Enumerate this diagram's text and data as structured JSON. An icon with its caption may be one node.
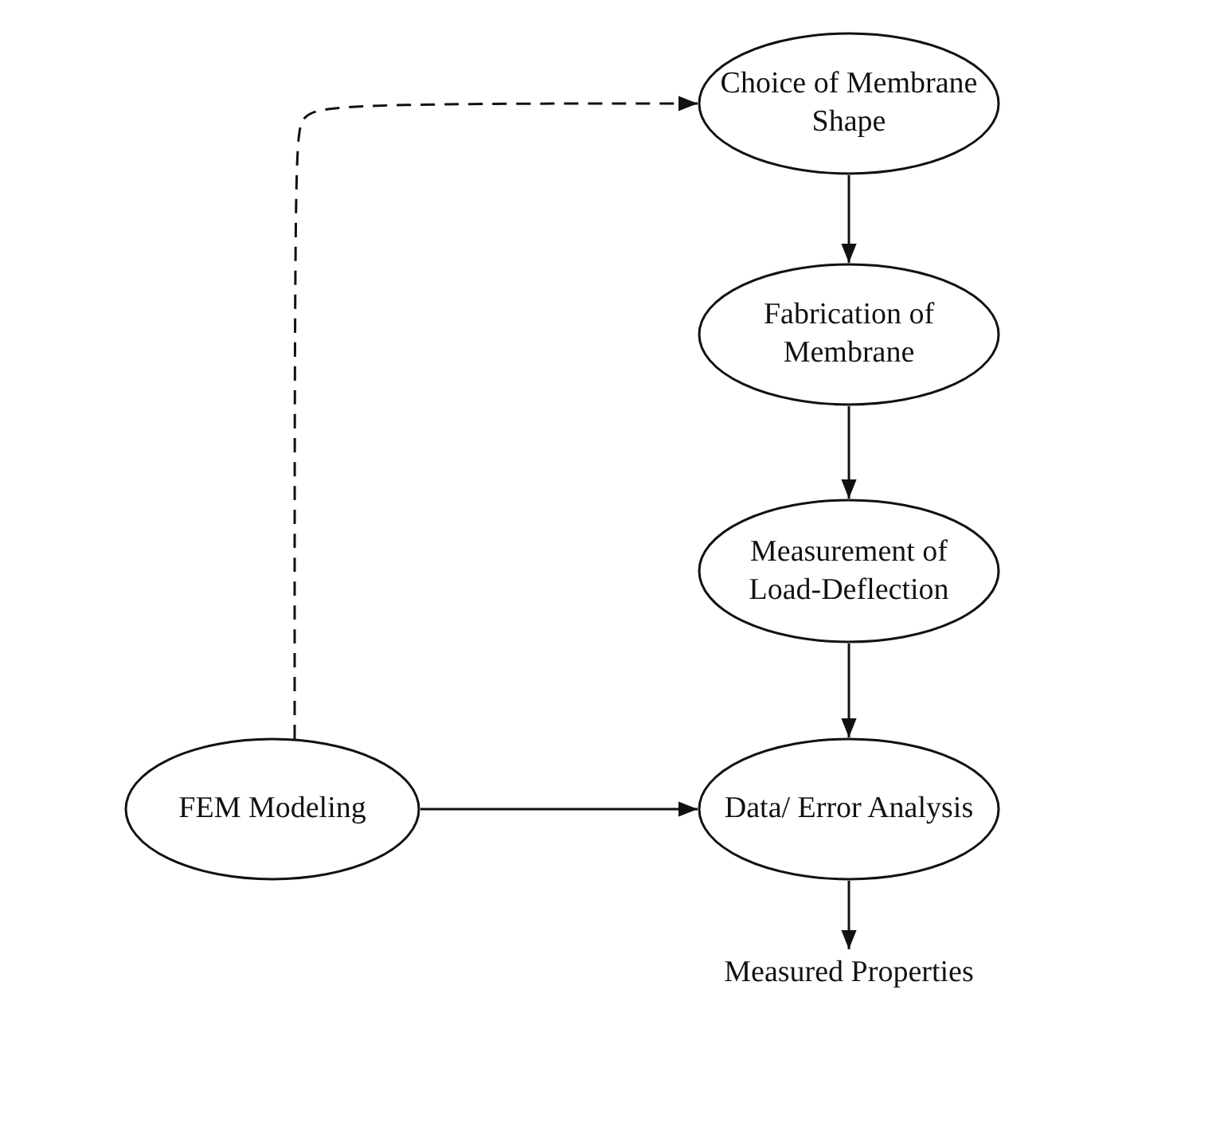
{
  "diagram": {
    "nodes": [
      {
        "text": [
          "Choice of Membrane Shape"
        ]
      },
      {
        "text": [
          "Fabrication of Membrane"
        ]
      },
      {
        "text": [
          "Measurement of Load-Deflection"
        ]
      },
      {
        "text": [
          "FEM Modeling"
        ]
      },
      {
        "text": [
          "Data/ Error Analysis"
        ]
      },
      {
        "text": [
          "Measured Properties"
        ]
      }
    ],
    "edges": [
      {
        "from": 3,
        "to": 0,
        "arrow": "to",
        "style": "dashed"
      },
      {
        "from": 0,
        "to": 1,
        "arrow": "to"
      },
      {
        "from": 1,
        "to": 2,
        "arrow": "to"
      },
      {
        "from": 2,
        "to": 4,
        "arrow": "to"
      },
      {
        "from": 3,
        "to": 4,
        "arrow": "to"
      },
      {
        "from": 4,
        "to": 5,
        "arrow": "to"
      }
    ]
  }
}
